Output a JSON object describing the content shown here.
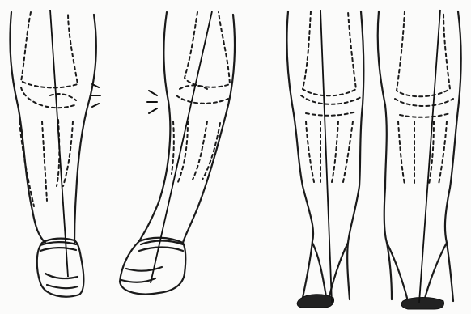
{
  "figure": {
    "panels": [
      {
        "view": "front",
        "limb": "left",
        "stance": "varus"
      },
      {
        "view": "front",
        "limb": "right",
        "stance": "varus"
      },
      {
        "view": "back",
        "limb": "left",
        "stance": "valgus"
      },
      {
        "view": "back",
        "limb": "right",
        "stance": "valgus"
      }
    ],
    "colors": {
      "ink": "#1a1a1a",
      "paper": "#fbfbfa"
    }
  }
}
